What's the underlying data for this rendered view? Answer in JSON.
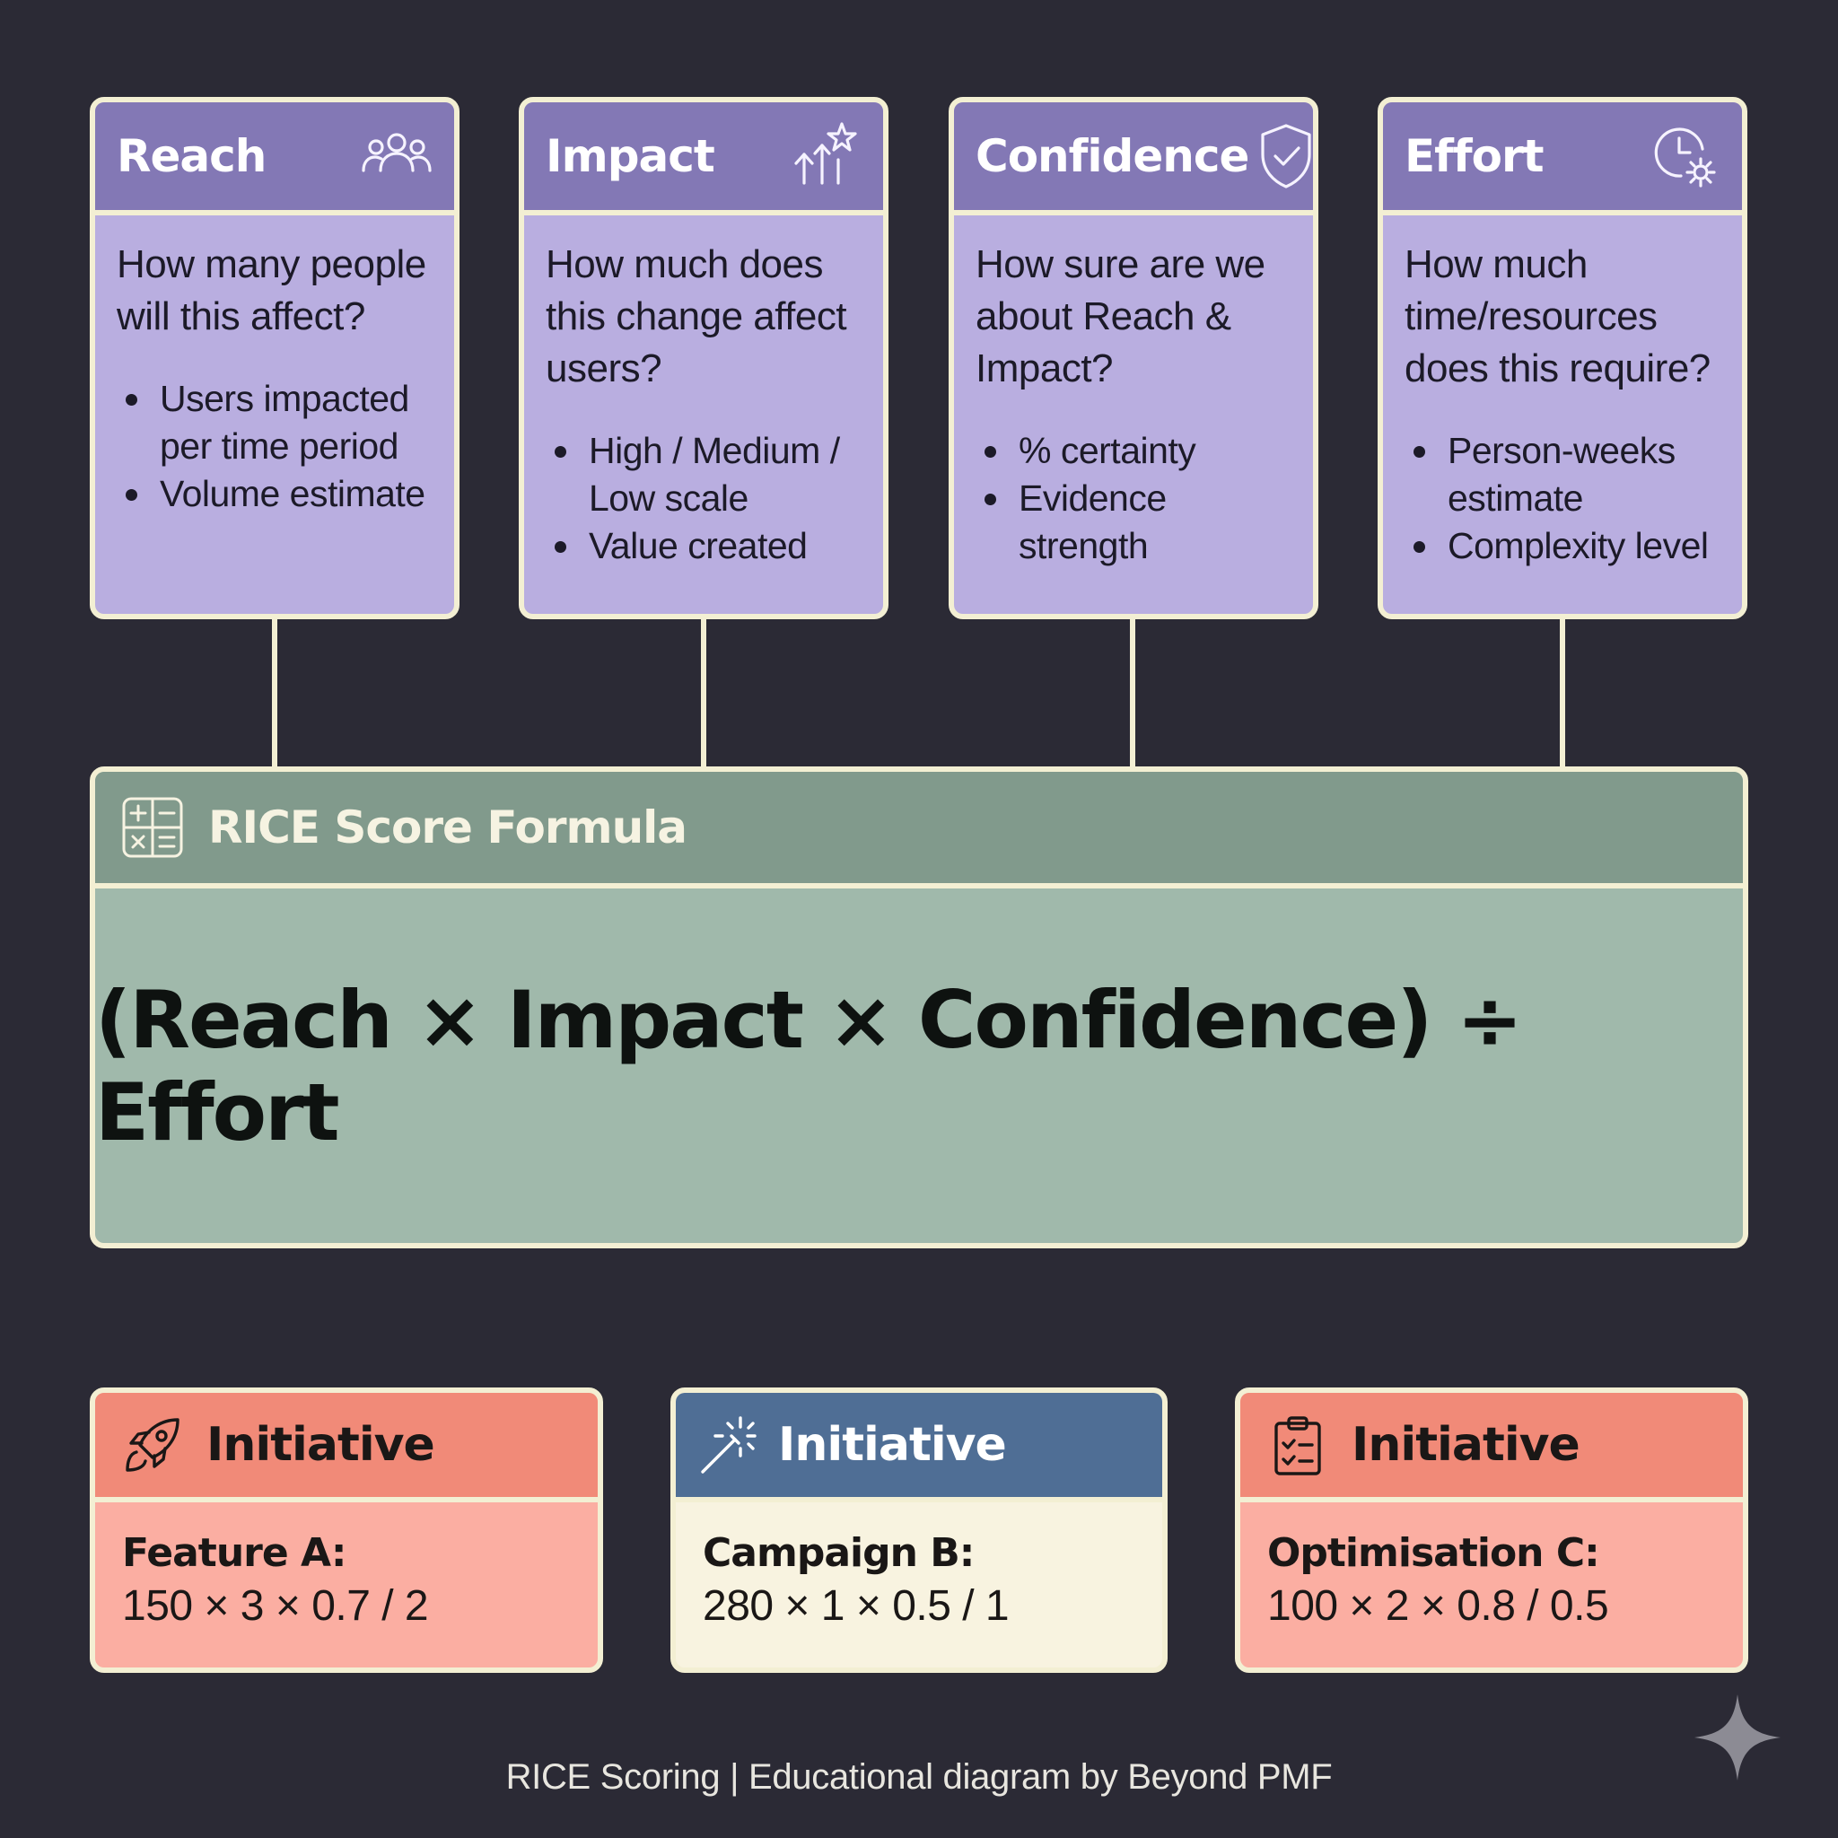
{
  "cards": [
    {
      "title": "Reach",
      "icon": "users-icon",
      "question": "How many people will this affect?",
      "bullets": [
        "Users impacted per time period",
        "Volume estimate"
      ]
    },
    {
      "title": "Impact",
      "icon": "arrows-star-icon",
      "question": "How much does this change affect users?",
      "bullets": [
        "High / Medium / Low scale",
        "Value created"
      ]
    },
    {
      "title": "Confidence",
      "icon": "shield-check-icon",
      "question": "How sure are we about Reach & Impact?",
      "bullets": [
        "% certainty",
        "Evidence strength"
      ]
    },
    {
      "title": "Effort",
      "icon": "clock-gear-icon",
      "question": "How much time/resources does this require?",
      "bullets": [
        "Person-weeks estimate",
        "Complexity level"
      ]
    }
  ],
  "formula": {
    "title": "RICE Score Formula",
    "icon": "calculator-icon",
    "expression": "(Reach × Impact × Confidence) ÷ Effort"
  },
  "initiatives": [
    {
      "title": "Initiative",
      "icon": "rocket-icon",
      "name": "Feature A:",
      "calc": "150 × 3 × 0.7 / 2",
      "theme": "red"
    },
    {
      "title": "Initiative",
      "icon": "magic-wand-icon",
      "name": "Campaign B:",
      "calc": "280 × 1 × 0.5 / 1",
      "theme": "blue"
    },
    {
      "title": "Initiative",
      "icon": "clipboard-check-icon",
      "name": "Optimisation C:",
      "calc": "100 × 2 × 0.8 / 0.5",
      "theme": "red"
    }
  ],
  "footer": "RICE Scoring | Educational diagram by Beyond PMF",
  "colors": {
    "background": "#2b2a35",
    "card_header": "#8378b5",
    "card_body": "#b9aee0",
    "formula_header": "#819a8c",
    "formula_body": "#a0b9ab",
    "initiative_red_header": "#f18a78",
    "initiative_red_body": "#fbaea2",
    "initiative_blue_header": "#4f6e95",
    "initiative_blue_body": "#f8f3e0",
    "outline": "#f3efd3"
  }
}
